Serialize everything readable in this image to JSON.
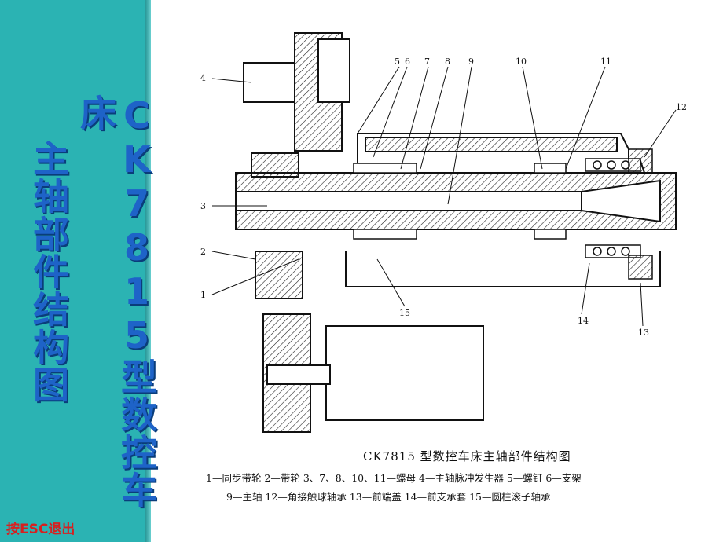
{
  "sidebar": {
    "title_line_1": "CK7815型数控车床",
    "title_line_2": "主轴部件结构图",
    "esc_hint": "按ESC退出"
  },
  "figure": {
    "part_numbers": [
      "4",
      "5",
      "6",
      "7",
      "8",
      "9",
      "10",
      "11",
      "12",
      "3",
      "2",
      "1",
      "15",
      "14",
      "13"
    ],
    "caption": "CK7815 型数控车床主轴部件结构图",
    "legend_line_1": "1—同步带轮   2—带轮   3、7、8、10、11—螺母   4—主轴脉冲发生器   5—螺钉   6—支架",
    "legend_line_2": "9—主轴   12—角接触球轴承   13—前端盖   14—前支承套   15—圆柱滚子轴承"
  },
  "colors": {
    "sidebar_bg": "#2bb3b3",
    "title_text": "#1e63c8",
    "esc_text": "#d62020"
  }
}
